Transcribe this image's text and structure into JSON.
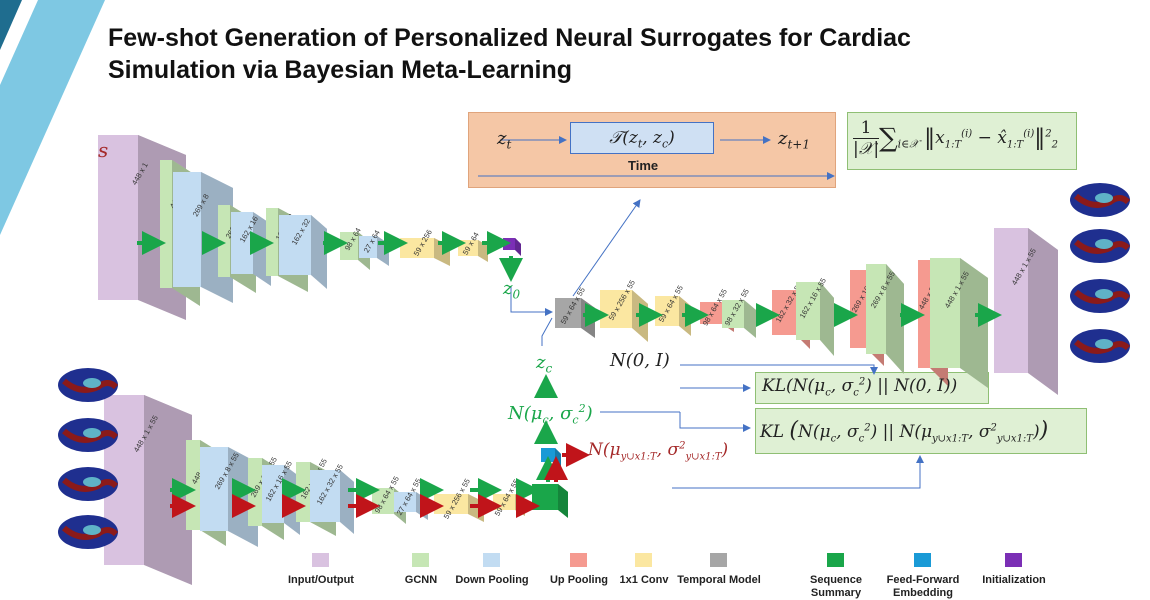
{
  "title_line1": "Few-shot Generation of Personalized Neural Surrogates for Cardiac",
  "title_line2": "Simulation via Bayesian Meta-Learning",
  "labels": {
    "s": "s",
    "z0": "z",
    "z0_sub": "0",
    "zc": "z",
    "zc_sub": "c",
    "zt": "z",
    "zt_sub": "t",
    "ztp1": "z",
    "ztp1_sub": "t+1",
    "transition": "𝒯(z",
    "time": "Time",
    "prior": "N(0, I)",
    "posterior": "N(μ",
    "posterior_full": "N(μc, σc²)",
    "aug_posterior": "N(μy∪x1:T, σ²y∪x1:T)",
    "kl1": "KL(N(μc, σc²) || N(0, I))",
    "kl2": "KL (N(μc, σc²) || N(μy∪x1:T, σ²y∪x1:T))",
    "loss": "1/|X| Σi∈X ‖x1:T(i) − x̂1:T(i)‖²₂"
  },
  "blocks_top": [
    "448 x 1",
    "448 x 8",
    "269 x 8",
    "269 x 16",
    "162 x 16",
    "162 x 32",
    "162 x 32",
    "98 x 64",
    "27 x 64",
    "59 x 256",
    "59 x 64"
  ],
  "blocks_decoder": [
    "59 x 64 x 55",
    "59 x 256 x 55",
    "59 x 64 x 55",
    "98 x 64 x 55",
    "98 x 32 x 55",
    "162 x 32 x 55",
    "162 x 16 x 55",
    "269 x 16 x 55",
    "269 x 8 x 55",
    "448 x 8 x 55",
    "448 x 1 x 55",
    "448 x 1 x 55"
  ],
  "blocks_bottom": [
    "448 x 1 x 55",
    "448 x 8 x 55",
    "269 x 8 x 55",
    "269 x 16 x 55",
    "162 x 16 x 55",
    "162 x 32 x 55",
    "162 x 32 x 55",
    "98 x 64 x 55",
    "27 x 64 x 55",
    "59 x 256 x 55",
    "59 x 64 x 55"
  ],
  "legend": [
    {
      "label": "Input/Output",
      "color": "#d9c2e0"
    },
    {
      "label": "GCNN",
      "color": "#c6e6b5"
    },
    {
      "label": "Down Pooling",
      "color": "#c2dcf2"
    },
    {
      "label": "Up Pooling",
      "color": "#f59a90"
    },
    {
      "label": "1x1 Conv",
      "color": "#fbe7a1"
    },
    {
      "label": "Temporal Model",
      "color": "#a6a6a6"
    },
    {
      "label": "Sequence Summary",
      "color": "#1aa64a"
    },
    {
      "label": "Feed-Forward Embedding",
      "color": "#1a9ad6"
    },
    {
      "label": "Initialization",
      "color": "#7b2fb5"
    }
  ]
}
